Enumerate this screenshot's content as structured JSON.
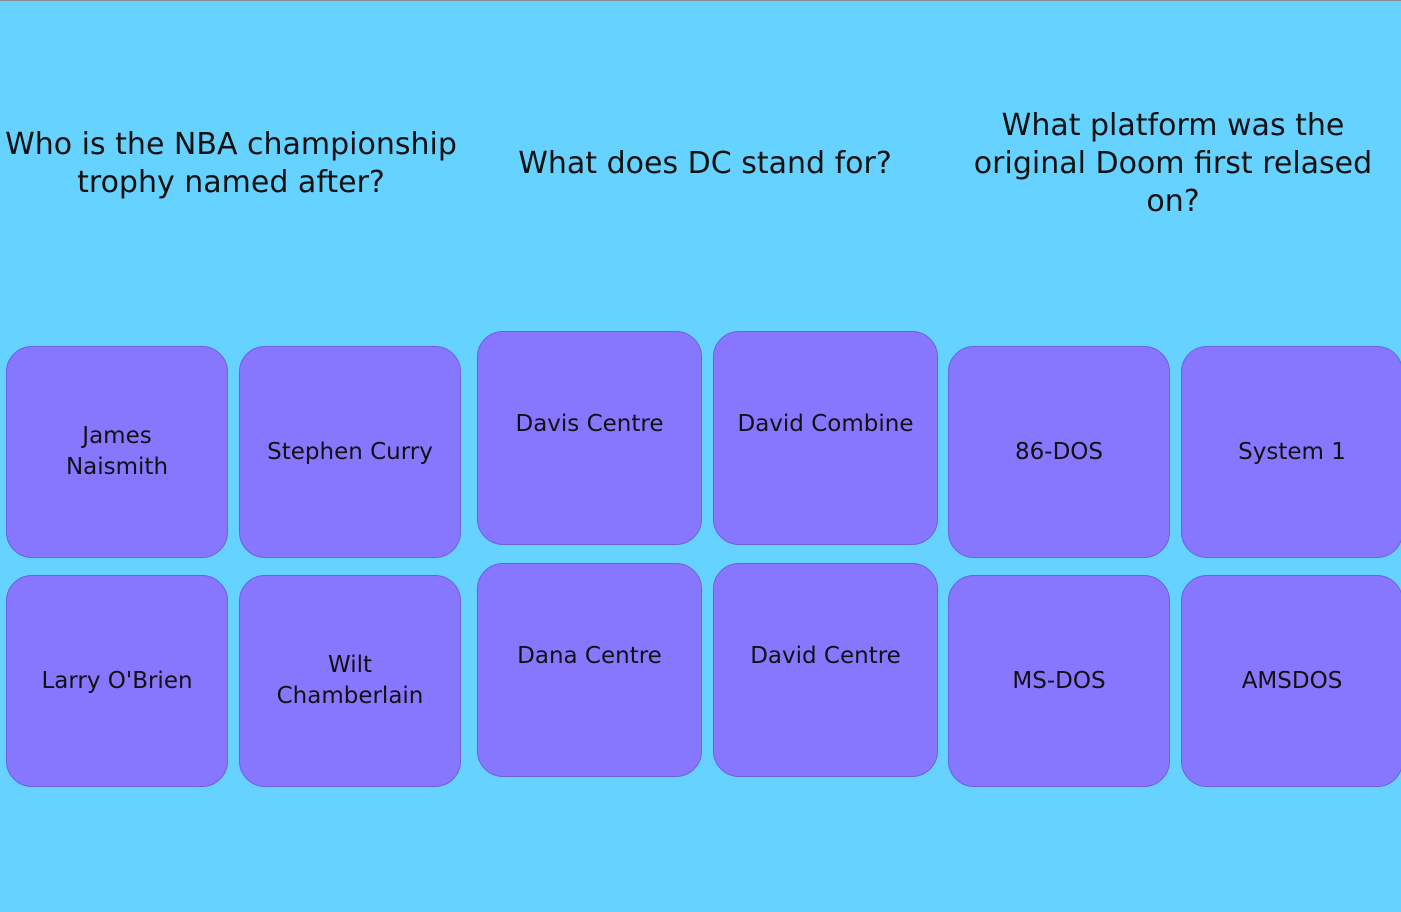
{
  "questions": [
    {
      "text": "Who is the NBA championship trophy named after?",
      "answers": [
        "James Naismith",
        "Stephen Curry",
        "Larry O'Brien",
        "Wilt Chamberlain"
      ]
    },
    {
      "text": "What does DC stand for?",
      "answers": [
        "Davis Centre",
        "David Combine",
        "Dana Centre",
        "David Centre"
      ]
    },
    {
      "text": "What platform was the original Doom first relased on?",
      "answers": [
        "86-DOS",
        "System 1",
        "MS-DOS",
        "AMSDOS"
      ]
    }
  ],
  "colors": {
    "background": "#66d2ff",
    "tile": "#8777ff",
    "text": "#111111"
  }
}
